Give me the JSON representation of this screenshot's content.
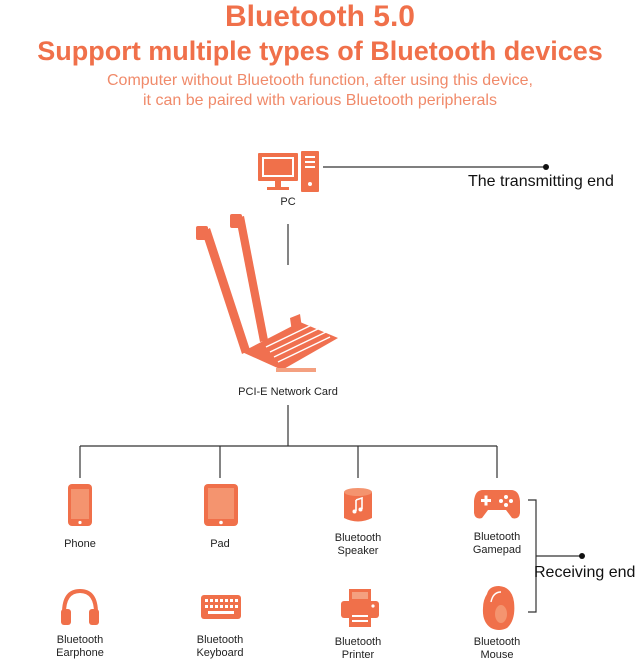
{
  "header": {
    "title": "Bluetooth 5.0",
    "subtitle": "Support multiple types of Bluetooth devices",
    "desc_line1": "Computer without Bluetooth function, after using this device,",
    "desc_line2": "it can be paired with various Bluetooth peripherals"
  },
  "colors": {
    "accent": "#f0704a",
    "line": "#333333"
  },
  "pc": {
    "label": "PC",
    "icon": "desktop-computer-icon"
  },
  "card": {
    "label": "PCI-E Network Card",
    "icon": "pcie-card-icon"
  },
  "transmitting": {
    "label": "The transmitting end"
  },
  "receiving": {
    "label": "Receiving end"
  },
  "devices": [
    {
      "line1": "Phone",
      "line2": "",
      "icon": "phone-icon"
    },
    {
      "line1": "Pad",
      "line2": "",
      "icon": "tablet-icon"
    },
    {
      "line1": "Bluetooth",
      "line2": "Speaker",
      "icon": "speaker-icon"
    },
    {
      "line1": "Bluetooth",
      "line2": "Gamepad",
      "icon": "gamepad-icon"
    },
    {
      "line1": "Bluetooth",
      "line2": "Earphone",
      "icon": "headphones-icon"
    },
    {
      "line1": "Bluetooth",
      "line2": "Keyboard",
      "icon": "keyboard-icon"
    },
    {
      "line1": "Bluetooth",
      "line2": "Printer",
      "icon": "printer-icon"
    },
    {
      "line1": "Bluetooth",
      "line2": "Mouse",
      "icon": "mouse-icon"
    }
  ]
}
